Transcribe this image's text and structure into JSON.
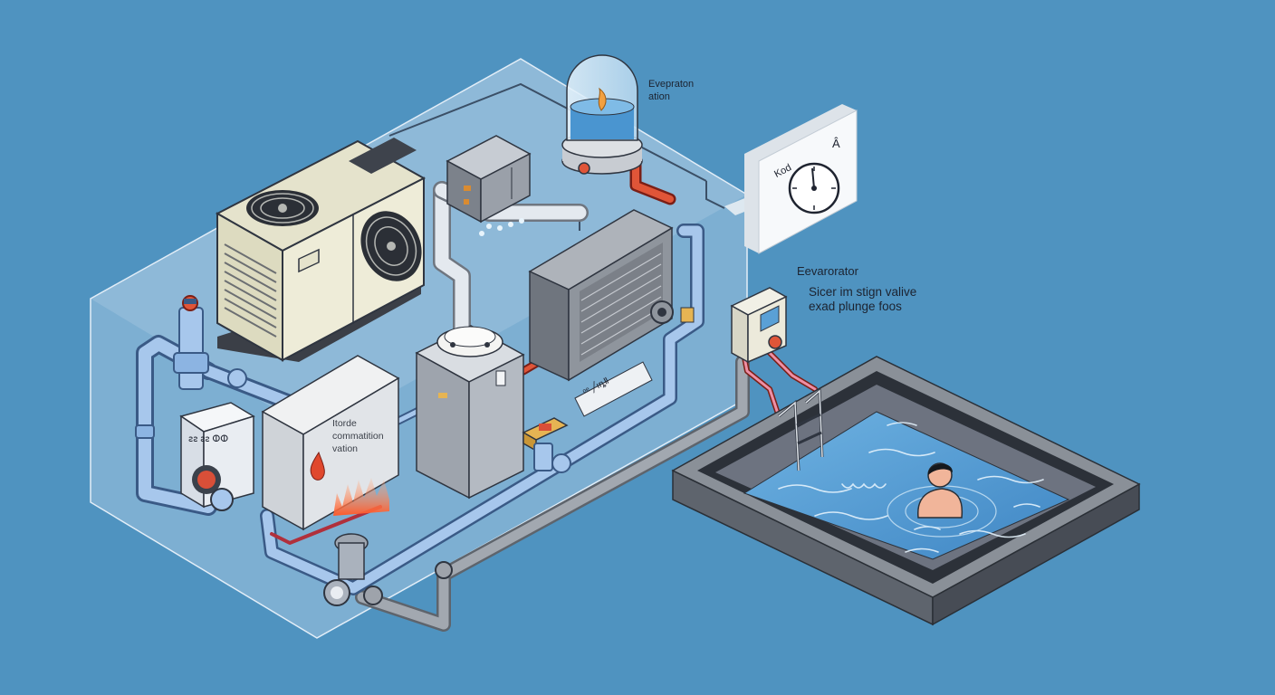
{
  "labels": {
    "evaporation_line1": "Evepraton",
    "evaporation_line2": "ation",
    "evaporator": "Eevarorator",
    "sicer_line1": "Sicer im stign valive",
    "sicer_line2": "exad plunge foos",
    "combustion_line1": "Itorde",
    "combustion_line2": "commatition",
    "combustion_line3": "vation",
    "gauge_label": "Kod",
    "gauge_symbol": "Â",
    "panel_text": "ᵒᵉ  ╱ıȵⅡ",
    "controller_text": "ꙅꙅ ꙅꙅ ⵀⵀ"
  },
  "colors": {
    "background": "#4f93c0",
    "pipe_blue": "#8cb4e2",
    "pipe_grey": "#9ea3ab",
    "pipe_red": "#d9503a",
    "water": "#4a8ec8",
    "unit_cream": "#e8e6d2"
  }
}
